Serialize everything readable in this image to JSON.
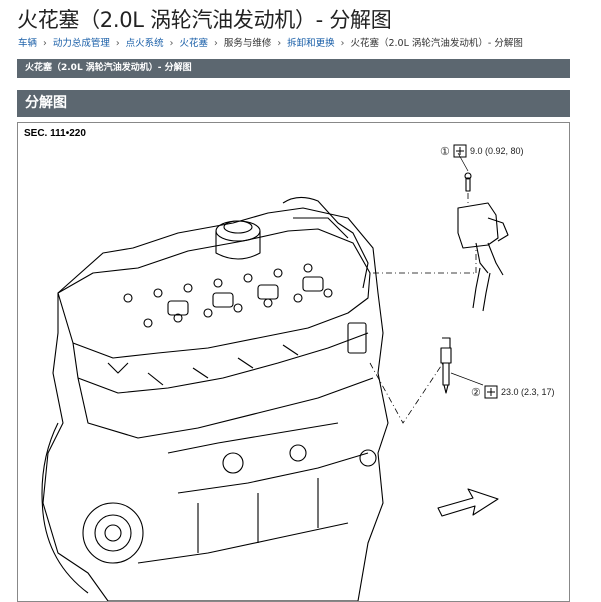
{
  "title": "火花塞（2.0L 涡轮汽油发动机）- 分解图",
  "breadcrumb": {
    "items": [
      "车辆",
      "动力总成管理",
      "点火系统",
      "火花塞",
      "服务与维修",
      "拆卸和更换",
      "火花塞（2.0L 涡轮汽油发动机）- 分解图"
    ]
  },
  "section_header": "火花塞（2.0L 涡轮汽油发动机）- 分解图",
  "subsection_header": "分解图",
  "diagram": {
    "sec_label": "SEC. 111•220",
    "callouts": [
      {
        "number": "①",
        "torque": "9.0 (0.92, 80)"
      },
      {
        "number": "②",
        "torque": "23.0 (2.3, 17)"
      }
    ]
  },
  "colors": {
    "header_bar": "#5c6770",
    "link": "#1a5fa8"
  }
}
